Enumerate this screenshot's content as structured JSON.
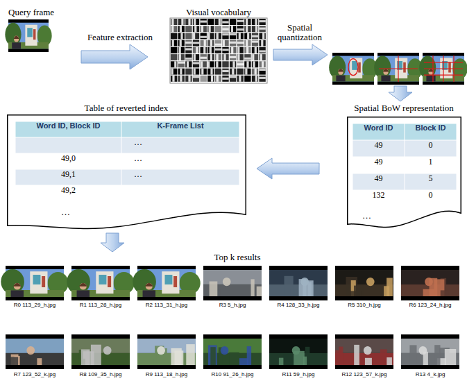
{
  "diagram": {
    "nodes": [
      {
        "text": [
          "Query frame"
        ]
      },
      {
        "text": [
          "Visual vocabulary"
        ]
      },
      {
        "text": [
          "Table of reverted index"
        ]
      },
      {
        "text": [
          "Spatial BoW representation"
        ]
      }
    ],
    "edges": [
      {
        "from": 0,
        "to": 1,
        "label": "Feature extraction",
        "arrow": "to"
      },
      {
        "from": 3,
        "to": 2,
        "arrow": "to"
      }
    ],
    "labels": [
      "Spatial quantization",
      "Word ID, Block ID",
      "K-Frame List",
      "…",
      "49,0",
      "…",
      "49,1",
      "…",
      "49,2",
      "…",
      "Word ID",
      "Block ID",
      "49",
      "0",
      "49",
      "1",
      "49",
      "5",
      "132",
      "0",
      "…",
      "Top k results",
      "R0 113_29_h.jpg",
      "R1 113_28_h.jpg",
      "R2 113_31_h.jpg",
      "R3 5_h.jpg",
      "R4 128_33_h.jpg",
      "R5 310_h.jpg",
      "R6 123_24_h.jpg",
      "R7 123_52_k.jpg",
      "R8 109_35_h.jpg",
      "R9 113_18_h.jpg",
      "R10 91_26_h.jpg",
      "R11 59_h.jpg",
      "R12 123_57_k.jpg",
      "R13 4_k.jpg"
    ]
  }
}
